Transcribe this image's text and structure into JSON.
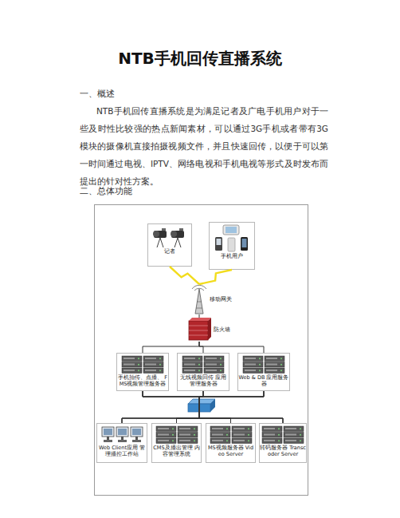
{
  "diagram": {
    "title": "NTB手机回传直播系统",
    "nodes": [
      {
        "text": [
          "记者"
        ]
      },
      {
        "text": [
          "手机用户"
        ]
      },
      {
        "text": [
          "移动网关"
        ]
      },
      {
        "text": [
          "防火墙"
        ]
      },
      {
        "text": [
          "手机拍传、点播、 FMS视频管理服务器"
        ]
      },
      {
        "text": [
          "无线视频回传 应用管理服务器"
        ]
      },
      {
        "text": [
          "Web & DB 应用服务器"
        ]
      },
      {
        "text": [
          "Web Client应用 管理播控工作站"
        ]
      },
      {
        "text": [
          "CMS及播出管理 内容管理系统"
        ]
      },
      {
        "text": [
          "MS视频服务器 Video Server"
        ]
      },
      {
        "text": [
          "转码服务器 Transcoder Server"
        ]
      }
    ],
    "edges": [
      {
        "from": 0,
        "to": 2,
        "arrow": "none"
      },
      {
        "from": 1,
        "to": 2,
        "arrow": "none"
      },
      {
        "from": 2,
        "to": 3,
        "arrow": "none"
      },
      {
        "from": 3,
        "to": 4,
        "arrow": "none"
      },
      {
        "from": 3,
        "to": 5,
        "arrow": "none"
      },
      {
        "from": 3,
        "to": 6,
        "arrow": "none"
      },
      {
        "from": 4,
        "to": 7,
        "arrow": "none"
      },
      {
        "from": 4,
        "to": 8,
        "arrow": "none"
      },
      {
        "from": 4,
        "to": 9,
        "arrow": "none"
      },
      {
        "from": 4,
        "to": 10,
        "arrow": "none"
      },
      {
        "from": 5,
        "to": 7,
        "arrow": "none"
      },
      {
        "from": 5,
        "to": 8,
        "arrow": "none"
      },
      {
        "from": 5,
        "to": 9,
        "arrow": "none"
      },
      {
        "from": 5,
        "to": 10,
        "arrow": "none"
      },
      {
        "from": 6,
        "to": 7,
        "arrow": "none"
      },
      {
        "from": 6,
        "to": 8,
        "arrow": "none"
      },
      {
        "from": 6,
        "to": 9,
        "arrow": "none"
      },
      {
        "from": 6,
        "to": 10,
        "arrow": "none"
      }
    ],
    "labels": [
      "一、概述",
      "NTB手机回传直播系统是为满足记者及广电手机用户对于一些及时性比较强的热点新闻素材，可以通过3G手机或者带有3G模块的摄像机直接拍摄视频文件，并且快速回传，以便于可以第一时间通过电视、IPTV、网络电视和手机电视等形式及时发布而提出的针对性方案。",
      "二、总体功能"
    ]
  }
}
